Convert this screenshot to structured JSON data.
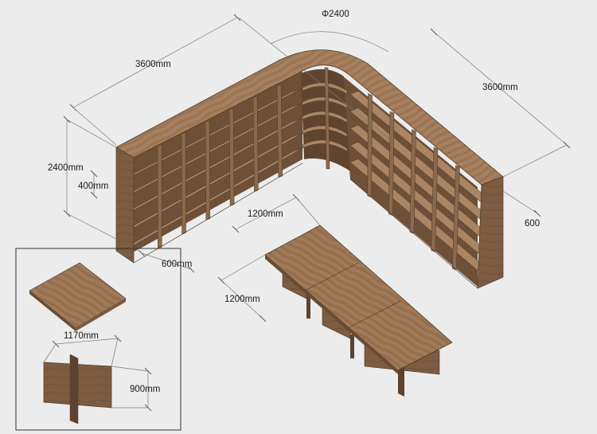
{
  "labels": {
    "diameter": "Φ2400",
    "left_length": "3600mm",
    "right_length": "3600mm",
    "height": "2400mm",
    "shelf_pitch": "400mm",
    "left_depth": "600mm",
    "right_depth": "600",
    "table_width_top": "1200mm",
    "table_width_side": "1200mm",
    "inset_width": "1170mm",
    "inset_height": "900mm"
  },
  "colors": {
    "background": "#ececec",
    "wood_top": "#a07a58",
    "wood_side": "#7a5a40",
    "wood_dark": "#5c4230",
    "line": "#4a3a2c"
  }
}
